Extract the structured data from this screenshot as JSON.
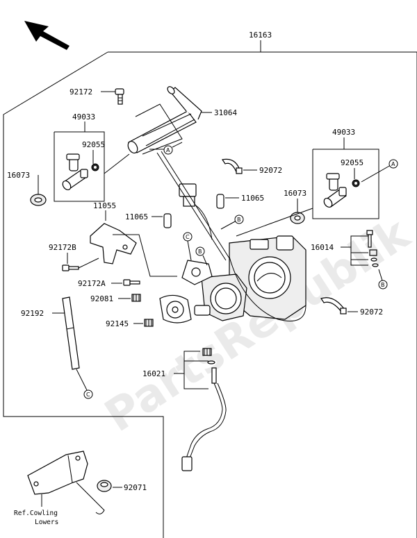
{
  "watermark": "PartsRepublik",
  "parts": {
    "assembly": "16163",
    "fuel_pipe": "31064",
    "bolt_top": "92172",
    "injector_left": "49033",
    "o_ring_left": "92055",
    "seal_left": "16073",
    "injector_right": "49033",
    "o_ring_right": "92055",
    "seal_right": "16073",
    "clamp_top": "92072",
    "sensor_bracket": "11055",
    "bolt_b": "92172B",
    "cap_left": "11065",
    "cap_right": "11065",
    "bolt_a": "92172A",
    "spring_a": "92081",
    "spring_b": "92145",
    "valve_kit": "16014",
    "clamp_bottom": "92072",
    "tube": "92192",
    "adjuster": "16021",
    "grommet": "92071"
  },
  "refs": {
    "a": "A",
    "b": "B",
    "c": "C"
  },
  "note": {
    "line1": "Ref.Cowling",
    "line2": "Lowers"
  }
}
